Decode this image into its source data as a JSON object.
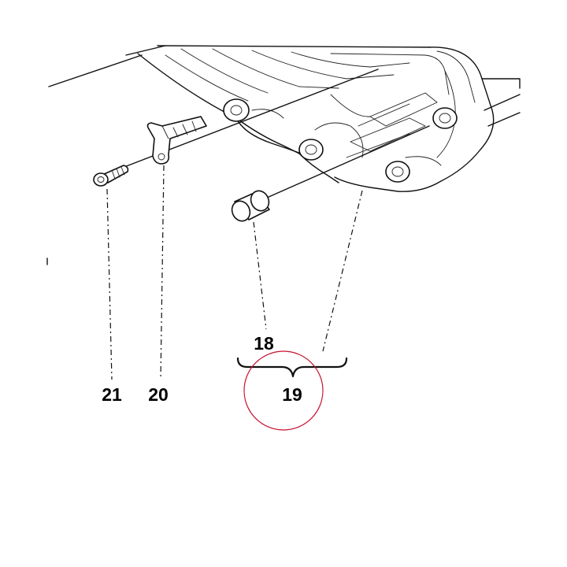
{
  "callouts": {
    "part_18": "18",
    "part_19": "19",
    "part_20": "20",
    "part_21": "21"
  },
  "highlight": {
    "target": "19",
    "color": "#c8102e"
  }
}
